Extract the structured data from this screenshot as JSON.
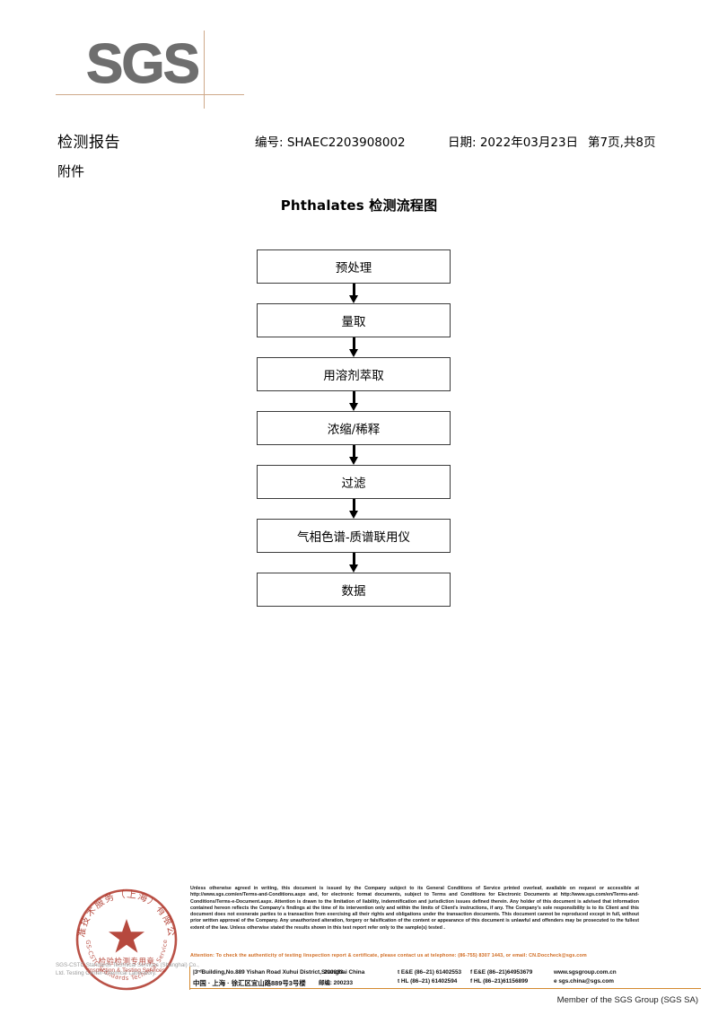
{
  "logo": {
    "text": "SGS"
  },
  "header": {
    "report_title": "检测报告",
    "attachment_label": "附件",
    "report_no": "编号: SHAEC2203908002",
    "date": "日期: 2022年03月23日",
    "page": "第7页,共8页"
  },
  "flowchart": {
    "type": "diagram",
    "title": "Phthalates 检测流程图",
    "steps": [
      "预处理",
      "量取",
      "用溶剂萃取",
      "浓缩/稀释",
      "过滤",
      "气相色谱-质谱联用仪",
      "数据"
    ]
  },
  "seal": {
    "outer_text_cn": "标准技术服务（上海）有限公司",
    "center_text_cn": "检验检测专用章",
    "center_text_en": "Inspection & Testing Services",
    "color": "#b03a2e",
    "caption": "SGS-CSTC Standards Technical Services (Shanghai) Co., Ltd. Testing Center-Chemical Laboratory."
  },
  "footer": {
    "legal": "Unless otherwise agreed in writing, this document is issued by the Company subject to its General Conditions of Service printed overleaf, available on request or accessible at http://www.sgs.com/en/Terms-and-Conditions.aspx and, for electronic format documents, subject to Terms and Conditions for Electronic Documents at http://www.sgs.com/en/Terms-and-Conditions/Terms-e-Document.aspx. Attention is drawn to the limitation of liability, indemnification and jurisdiction issues defined therein. Any holder of this document is advised that information contained hereon reflects the Company's findings at the time of its intervention only and within the limits of Client's instructions, if any. The Company's sole responsibility is to its Client and this document does not exonerate parties to a transaction from exercising all their rights and obligations under the transaction documents. This document cannot be reproduced except in full, without prior written approval of the Company. Any unauthorized alteration, forgery or falsification of the content or appearance of this document is unlawful and offenders may be prosecuted to the fullest extent of the law. Unless otherwise stated the results shown in this test report refer only to the sample(s) tested .",
    "attention": "Attention: To check the authenticity of testing /inspection report & certificate, please contact us at telephone: (86-755) 8307 1443, or email: CN.Doccheck@sgs.com",
    "attention_color": "#d06a1f",
    "address_en": "|3ʳᵈBuilding,No.889 Yishan Road Xuhui District,Shanghai China",
    "zip_en": "200233",
    "tel_en_1": "t E&E (86–21) 61402553",
    "tel_en_2": "f E&E (86–21)64953679",
    "web": "www.sgsgroup.com.cn",
    "address_cn": "中国 · 上海 · 徐汇区宜山路889号3号楼",
    "zip_cn": "邮编: 200233",
    "tel_cn_1": "t HL (86–21) 61402594",
    "tel_cn_2": "f HL (86–21)61156899",
    "email": "e  sgs.china@sgs.com",
    "member": "Member of the SGS Group (SGS SA)"
  },
  "colors": {
    "logo_gray": "#6e6e6e",
    "logo_rule": "#cfa98a",
    "footer_rule": "#d4892f",
    "box_border": "#3b3b3b"
  }
}
